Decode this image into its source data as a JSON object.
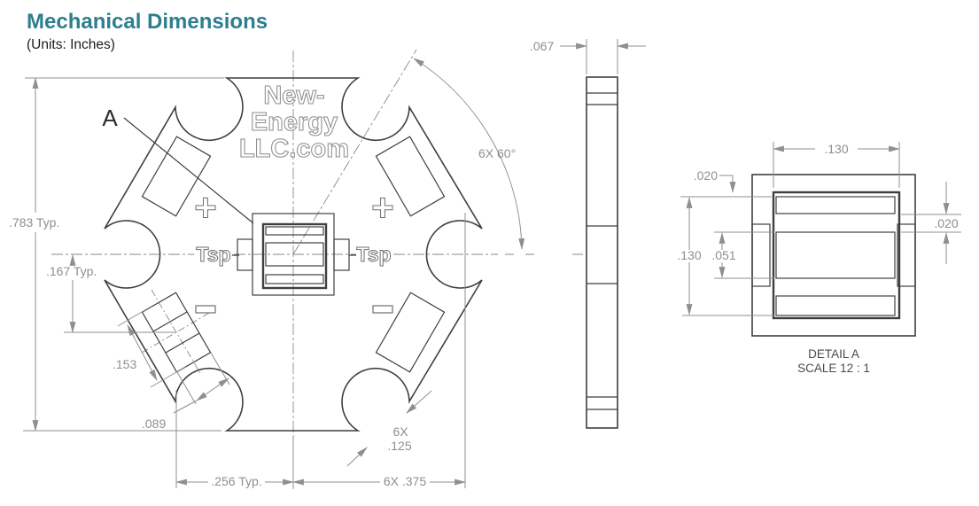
{
  "header": {
    "title": "Mechanical Dimensions",
    "units": "(Units: Inches)"
  },
  "board": {
    "logo_line1": "New-",
    "logo_line2": "Energy",
    "logo_line3": "LLC.com",
    "detail_label": "A",
    "tsp_left": "Tsp",
    "tsp_right": "Tsp",
    "plus_left": "+",
    "plus_right": "+"
  },
  "dims": {
    "overall_height": ".783 Typ.",
    "pad_offset_y": ".167 Typ.",
    "pad_length": ".153",
    "pad_width": ".089",
    "pad_offset_x": ".256 Typ.",
    "notch_bolt_circle": "6X .375",
    "notch_count": "6X",
    "notch_size": ".125",
    "angle": "6X 60°",
    "thickness": ".067"
  },
  "detail_a": {
    "width": ".130",
    "gap_top": ".020",
    "gap_right": ".020",
    "pads_height": ".130",
    "center_pad_height": ".051",
    "title": "DETAIL A",
    "scale": "SCALE 12 : 1"
  },
  "colors": {
    "accent": "#2D7E8F",
    "outline": "#3F3F3F",
    "dimension": "#8F8F8F",
    "background": "#FFFFFF"
  }
}
